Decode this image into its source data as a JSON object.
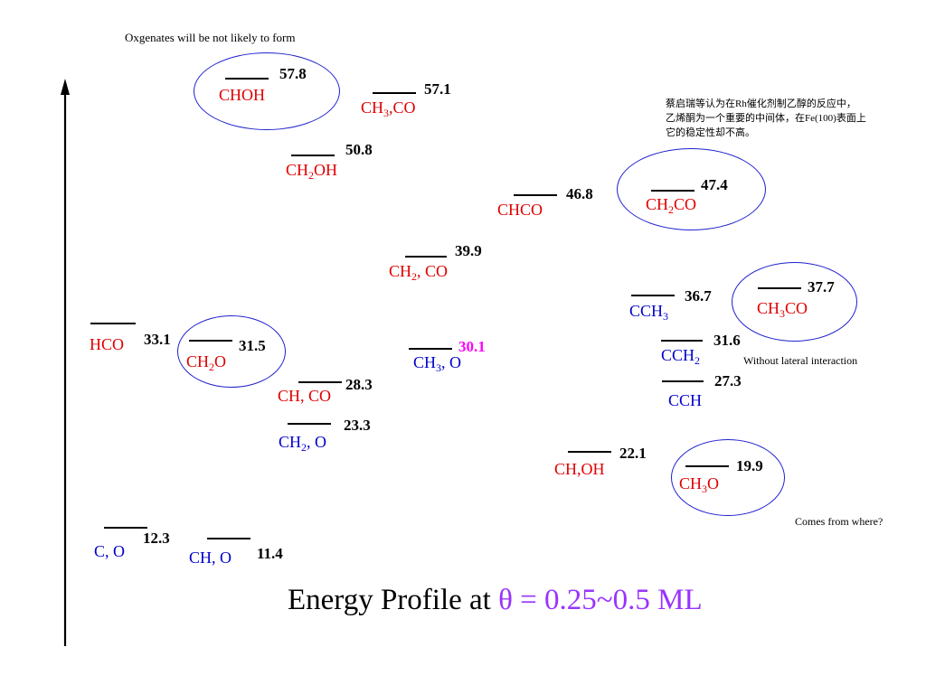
{
  "notes": {
    "top": "Oxgenates will be not likely to form",
    "chinese": [
      "蔡启瑞等认为在Rh催化剂制乙醇的反应中，",
      "乙烯酮为一个重要的中间体，在Fe(100)表面上",
      "它的稳定性却不高。"
    ],
    "lateral": "Without lateral interaction",
    "comes_from": "Comes from where?"
  },
  "title": {
    "prefix": "Energy Profile at ",
    "theta": "θ = 0.25~0.5 ML"
  },
  "levels": [
    {
      "id": "choh",
      "value": "57.8",
      "label": [
        [
          "CHOH",
          ""
        ]
      ],
      "color": "red"
    },
    {
      "id": "ch3co-57",
      "value": "57.1",
      "label": [
        [
          "CH",
          "3"
        ],
        [
          ",CO",
          ""
        ]
      ],
      "color": "red"
    },
    {
      "id": "ch2oh",
      "value": "50.8",
      "label": [
        [
          "CH",
          "2"
        ],
        [
          "OH",
          ""
        ]
      ],
      "color": "red"
    },
    {
      "id": "chco",
      "value": "46.8",
      "label": [
        [
          "CHCO",
          ""
        ]
      ],
      "color": "red"
    },
    {
      "id": "ch2co",
      "value": "47.4",
      "label": [
        [
          "CH",
          "2"
        ],
        [
          "CO",
          ""
        ]
      ],
      "color": "red"
    },
    {
      "id": "ch2-co",
      "value": "39.9",
      "label": [
        [
          "CH",
          "2"
        ],
        [
          ", CO",
          ""
        ]
      ],
      "color": "red"
    },
    {
      "id": "cch3",
      "value": "36.7",
      "label": [
        [
          "CCH",
          "3"
        ]
      ],
      "color": "blue"
    },
    {
      "id": "ch3co-37",
      "value": "37.7",
      "label": [
        [
          "CH",
          "3"
        ],
        [
          "CO",
          ""
        ]
      ],
      "color": "red"
    },
    {
      "id": "hco",
      "value": "33.1",
      "label": [
        [
          "HCO",
          ""
        ]
      ],
      "color": "red"
    },
    {
      "id": "ch2o",
      "value": "31.5",
      "label": [
        [
          "CH",
          "2"
        ],
        [
          "O",
          ""
        ]
      ],
      "color": "red"
    },
    {
      "id": "ch3-o",
      "value": "30.1",
      "label": [
        [
          "CH",
          "3"
        ],
        [
          ", O",
          ""
        ]
      ],
      "color": "blue",
      "value_color": "magenta"
    },
    {
      "id": "cch2",
      "value": "31.6",
      "label": [
        [
          "CCH",
          "2"
        ]
      ],
      "color": "blue"
    },
    {
      "id": "ch-co",
      "value": "28.3",
      "label": [
        [
          "CH, CO",
          ""
        ]
      ],
      "color": "red"
    },
    {
      "id": "cch",
      "value": "27.3",
      "label": [
        [
          "CCH",
          ""
        ]
      ],
      "color": "blue"
    },
    {
      "id": "ch2-o",
      "value": "23.3",
      "label": [
        [
          "CH",
          "2"
        ],
        [
          ", O",
          ""
        ]
      ],
      "color": "blue"
    },
    {
      "id": "choh-22",
      "value": "22.1",
      "label": [
        [
          "CH,OH",
          ""
        ]
      ],
      "color": "red"
    },
    {
      "id": "ch3o",
      "value": "19.9",
      "label": [
        [
          "CH",
          "3"
        ],
        [
          "O",
          ""
        ]
      ],
      "color": "red"
    },
    {
      "id": "c-o",
      "value": "12.3",
      "label": [
        [
          "C, O",
          ""
        ]
      ],
      "color": "blue"
    },
    {
      "id": "ch-o",
      "value": "11.4",
      "label": [
        [
          "CH, O",
          ""
        ]
      ],
      "color": "blue"
    }
  ]
}
